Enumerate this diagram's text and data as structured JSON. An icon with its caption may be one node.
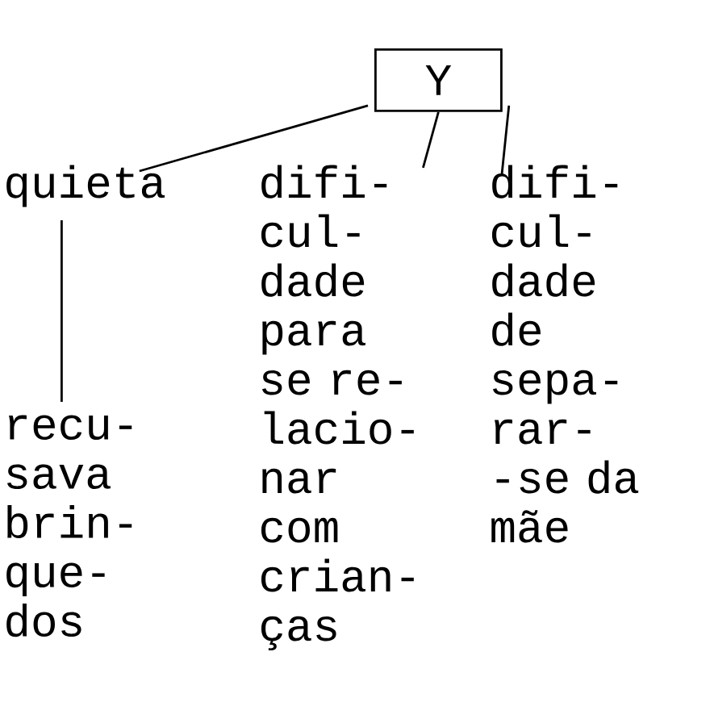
{
  "diagram": {
    "nodes": [
      {
        "text": [
          "Y"
        ]
      },
      {
        "text": [
          "quieta"
        ]
      },
      {
        "text": [
          "difi- cul- dade para se re- lacio- nar com crian- ças"
        ]
      },
      {
        "text": [
          "difi- cul- dade de sepa- rar- -se da mãe"
        ]
      },
      {
        "text": [
          "recu- sava brin- que- dos"
        ]
      }
    ],
    "edges": [
      {
        "from": 0,
        "to": 1,
        "arrow": "none"
      },
      {
        "from": 0,
        "to": 2,
        "arrow": "none"
      },
      {
        "from": 0,
        "to": 3,
        "arrow": "none"
      },
      {
        "from": 1,
        "to": 4,
        "arrow": "none"
      }
    ]
  }
}
